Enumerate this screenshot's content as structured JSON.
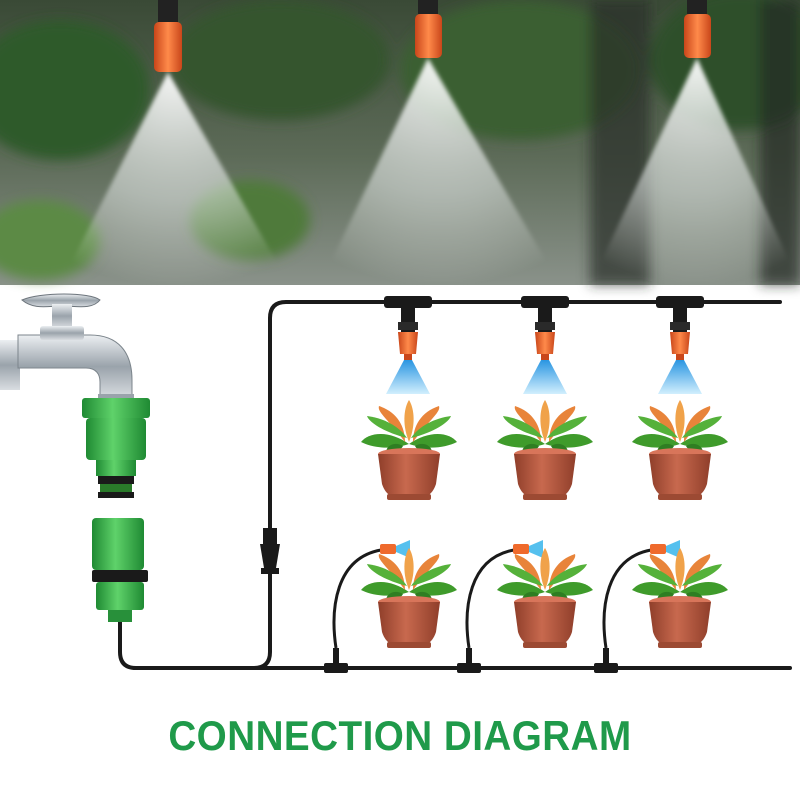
{
  "caption": "CONNECTION DIAGRAM",
  "colors": {
    "caption_green": "#1f9a4a",
    "connector_green": "#34b34a",
    "nozzle_orange": "#ef6a2c",
    "pot_brown": "#b9583f",
    "leaf_green": "#3f9b2b",
    "leaf_orange": "#e8843a",
    "spray_blue": "#55c0ee",
    "tube_black": "#1a1a1a"
  },
  "photo": {
    "subject": "three orange misting nozzles spraying water over garden plants",
    "nozzle_count": 3
  },
  "diagram": {
    "tap": {
      "icon": "water-tap-icon"
    },
    "connector": {
      "icon": "green-hose-connector-icon"
    },
    "top_row": {
      "item_count": 3,
      "icon": "potted-plant-with-overhead-mist-nozzle"
    },
    "bottom_row": {
      "item_count": 3,
      "icon": "potted-plant-with-arched-dripper-stake"
    }
  }
}
